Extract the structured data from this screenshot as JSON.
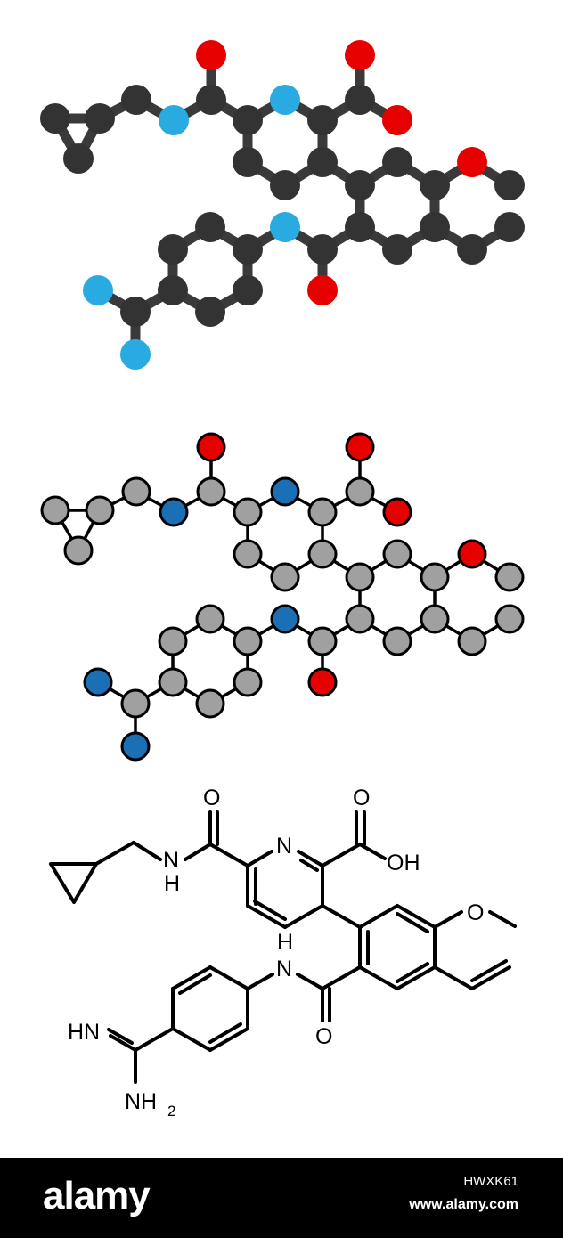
{
  "colors": {
    "ball_carbon": "#333333",
    "ball_nitrogen": "#29abe2",
    "ball_oxygen": "#e60000",
    "stick_carbon": "#a0a0a0",
    "stick_nitrogen": "#1b6fb5",
    "stick_oxygen": "#e60000",
    "footer_bg": "#000000"
  },
  "skeletal_labels": {
    "amide_o_top": "O",
    "acid_o_top": "O",
    "pyridine_n": "N",
    "acid_oh": "OH",
    "amide_nh_top_n": "N",
    "amide_nh_top_h": "H",
    "ether_o": "O",
    "amide_nh_mid_h": "H",
    "amide_nh_mid_n": "N",
    "amide_o_mid": "O",
    "amidine_hn": "HN",
    "amidine_nh": "NH",
    "amidine_sub": "2"
  },
  "footer": {
    "logo": "alamy",
    "image_id": "HWXK61",
    "url": "www.alamy.com"
  }
}
